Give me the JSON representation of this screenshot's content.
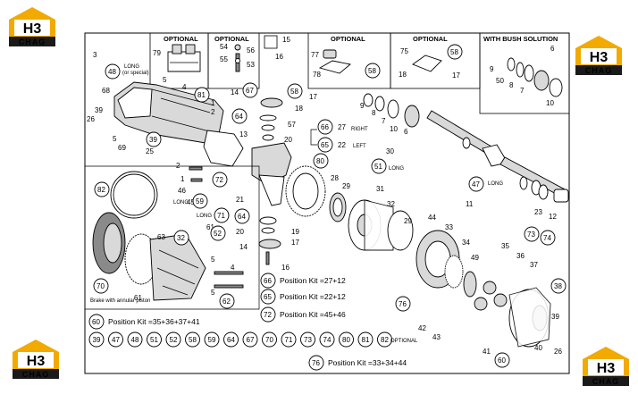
{
  "brand": {
    "logo_letters": "H3",
    "logo_word": "CHAG",
    "accent": "#f2a900",
    "dark": "#1a1a1a"
  },
  "panels": {
    "optional_a": "OPTIONAL",
    "optional_b": "OPTIONAL",
    "optional_c": "OPTIONAL",
    "optional_d": "OPTIONAL",
    "bush": "WITH BUSH SOLUTION"
  },
  "labels": {
    "long_special": "LONG (or special)",
    "long": "LONG",
    "right": "RIGHT",
    "left": "LEFT",
    "brake": "Brake with annular piston",
    "optional_row": "OPTIONAL"
  },
  "kits": [
    {
      "num": "66",
      "text": "Position Kit =27+12"
    },
    {
      "num": "65",
      "text": "Position Kit =22+12"
    },
    {
      "num": "72",
      "text": "Position Kit =45+46"
    },
    {
      "num": "60",
      "text": "Position Kit =35+36+37+41"
    },
    {
      "num": "76",
      "text": "Position Kit =33+34+44"
    }
  ],
  "optional_row": [
    "39",
    "47",
    "48",
    "51",
    "52",
    "58",
    "59",
    "64",
    "67",
    "70",
    "71",
    "73",
    "74",
    "80",
    "81",
    "82"
  ],
  "callouts": {
    "circled": [
      {
        "n": "48"
      },
      {
        "n": "81"
      },
      {
        "n": "39"
      },
      {
        "n": "64"
      },
      {
        "n": "67"
      },
      {
        "n": "58"
      },
      {
        "n": "66"
      },
      {
        "n": "65"
      },
      {
        "n": "80"
      },
      {
        "n": "51"
      },
      {
        "n": "47"
      },
      {
        "n": "72"
      },
      {
        "n": "59"
      },
      {
        "n": "71"
      },
      {
        "n": "52"
      },
      {
        "n": "64"
      },
      {
        "n": "82"
      },
      {
        "n": "32"
      },
      {
        "n": "70"
      },
      {
        "n": "62"
      },
      {
        "n": "73"
      },
      {
        "n": "74"
      },
      {
        "n": "38"
      },
      {
        "n": "60"
      },
      {
        "n": "76"
      },
      {
        "n": "58"
      },
      {
        "n": "58"
      }
    ],
    "plain": [
      "3",
      "68",
      "5",
      "4",
      "1",
      "2",
      "39",
      "26",
      "5",
      "69",
      "25",
      "13",
      "14",
      "18",
      "17",
      "57",
      "20",
      "27",
      "22",
      "1",
      "2",
      "46",
      "45",
      "21",
      "20",
      "19",
      "14",
      "17",
      "16",
      "28",
      "29",
      "31",
      "30",
      "32",
      "33",
      "34",
      "29",
      "44",
      "49",
      "35",
      "36",
      "37",
      "9",
      "8",
      "7",
      "10",
      "6",
      "11",
      "23",
      "12",
      "50",
      "43",
      "42",
      "41",
      "40",
      "26",
      "39",
      "63",
      "61",
      "5",
      "4",
      "5",
      "79",
      "54",
      "55",
      "56",
      "53",
      "15",
      "16",
      "77",
      "78",
      "75",
      "18",
      "17",
      "6",
      "8",
      "7",
      "10",
      "9",
      "6"
    ]
  }
}
